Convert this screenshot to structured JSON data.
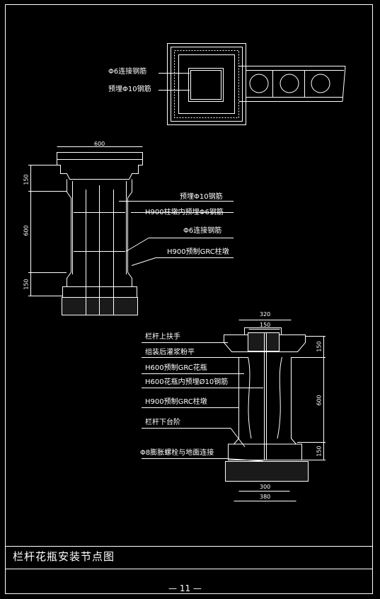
{
  "top_view": {
    "labels": [
      "Φ6连接钢筋",
      "预埋Φ10钢筋"
    ]
  },
  "middle_view": {
    "dims": {
      "width": "600",
      "top": "150",
      "middle": "600",
      "bottom": "150"
    },
    "labels": [
      "预埋Φ10钢筋",
      "H900柱墩内预埋Φ6钢筋",
      "Φ6连接钢筋",
      "H900预制GRC柱墩"
    ]
  },
  "right_view": {
    "dims": {
      "top_width": "320",
      "inner_width": "150",
      "right_top": "150",
      "right_middle": "600",
      "right_bottom": "150",
      "base_inner": "300",
      "base_outer": "380"
    },
    "labels": [
      "栏杆上扶手",
      "组装后灌浆粉平",
      "H600预制GRC花瓶",
      "H600花瓶内预埋Ø10钢筋",
      "H900预制GRC柱墩",
      "栏杆下台阶",
      "Φ8膨胀螺栓与地面连接"
    ]
  },
  "footer": {
    "title": "栏杆花瓶安装节点图",
    "page": "— 11 —"
  },
  "colors": {
    "background": "#000000",
    "lines": "#ffffff"
  }
}
